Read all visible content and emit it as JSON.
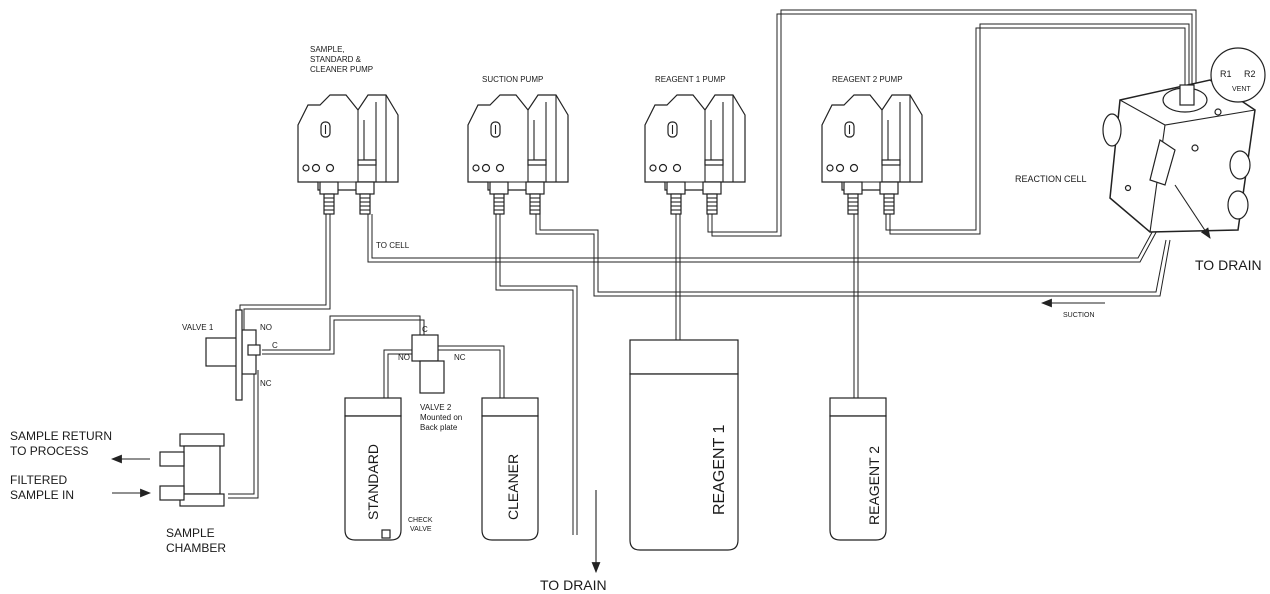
{
  "pumps": {
    "sample_standard_cleaner": [
      "SAMPLE,",
      "STANDARD &",
      "CLEANER PUMP"
    ],
    "suction": "SUCTION PUMP",
    "reagent1": "REAGENT 1 PUMP",
    "reagent2": "REAGENT 2 PUMP"
  },
  "reaction_cell": {
    "label": "REACTION CELL",
    "r1": "R1",
    "r2": "R2",
    "vent": "VENT",
    "drain": "TO DRAIN"
  },
  "tubing": {
    "to_cell": "TO CELL",
    "suction": "SUCTION",
    "to_drain_bottom": "TO DRAIN"
  },
  "valve1": {
    "label": "VALVE 1",
    "no": "NO",
    "c": "C",
    "nc": "NC"
  },
  "valve2": {
    "label": [
      "VALVE 2",
      "Mounted on",
      "Back plate"
    ],
    "no": "NO",
    "c": "C",
    "nc": "NC"
  },
  "bottles": {
    "standard": "STANDARD",
    "cleaner": "CLEANER",
    "reagent1": "REAGENT 1",
    "reagent2": "REAGENT 2"
  },
  "check_valve": [
    "CHECK",
    "VALVE"
  ],
  "sample_chamber": {
    "label": [
      "SAMPLE",
      "CHAMBER"
    ],
    "return": [
      "SAMPLE RETURN",
      "TO PROCESS"
    ],
    "filtered_in": [
      "FILTERED",
      "SAMPLE IN"
    ]
  }
}
